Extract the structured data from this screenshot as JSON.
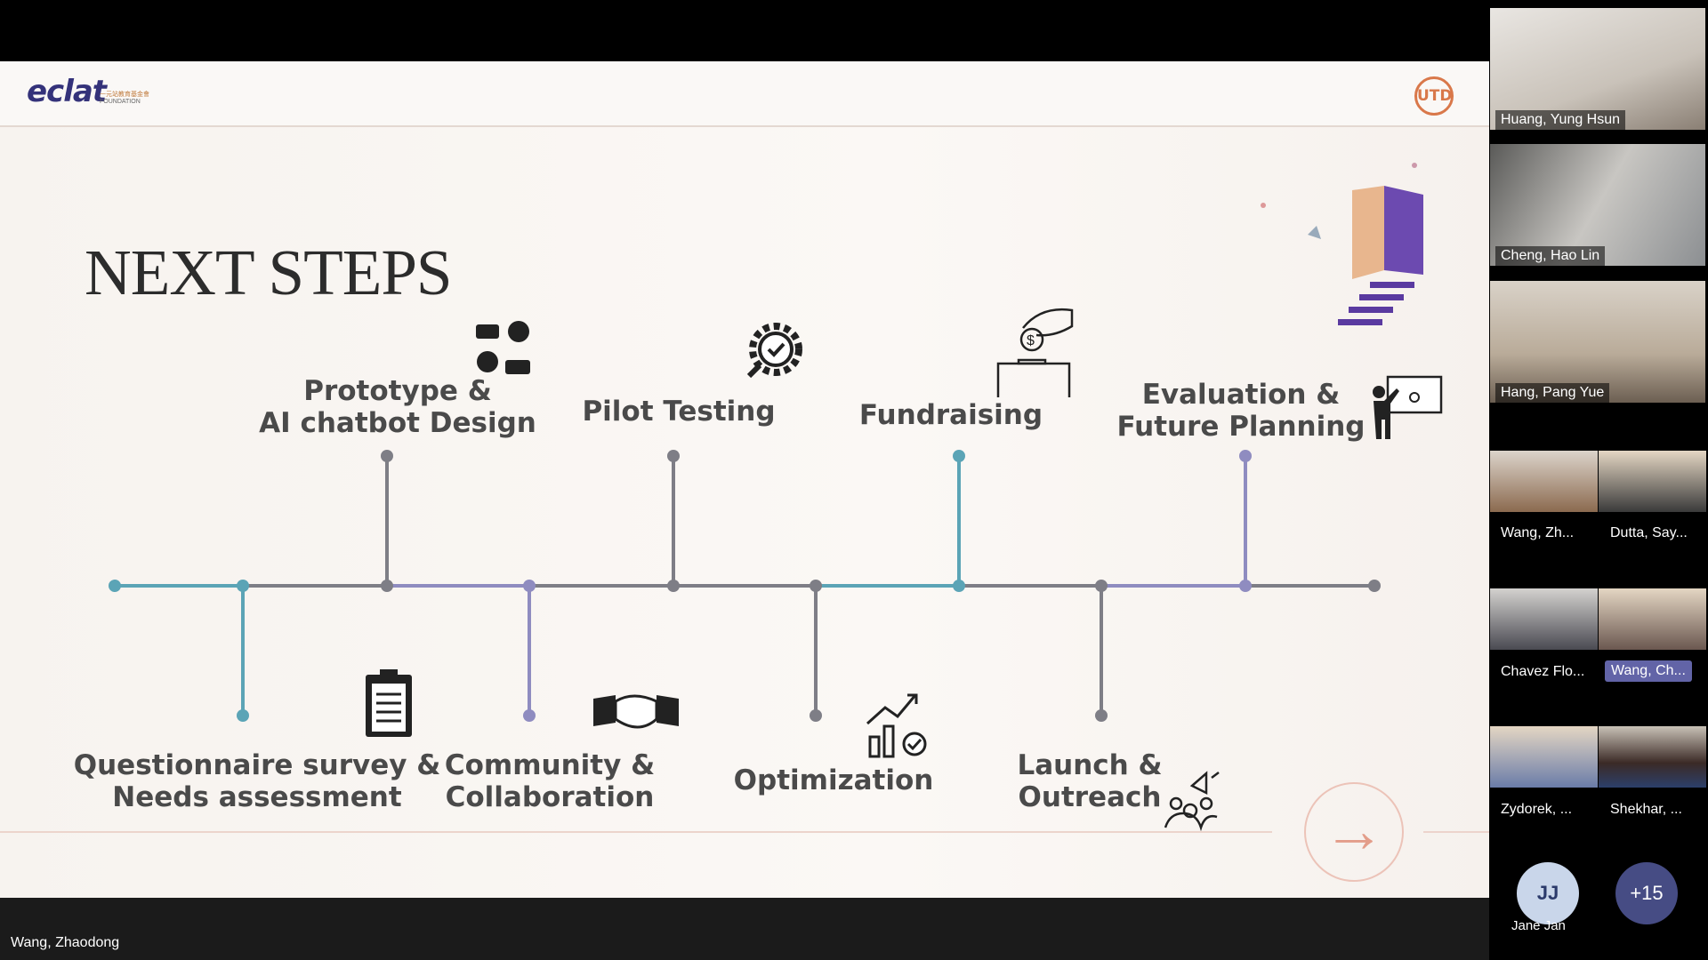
{
  "slide": {
    "logo": "eclat",
    "logo_sub": "FOUNDATION",
    "logo_cn": "一元站教育基金會",
    "utd_logo": "UTD",
    "title": "NEXT STEPS",
    "steps_up": [
      {
        "line1": "Prototype &",
        "line2": "AI chatbot Design",
        "icon": "chatbot-icon"
      },
      {
        "line1": "Pilot Testing",
        "line2": "",
        "icon": "gear-check-icon"
      },
      {
        "line1": "Fundraising",
        "line2": "",
        "icon": "donation-icon"
      },
      {
        "line1": "Evaluation &",
        "line2": "Future Planning",
        "icon": "presenter-board-icon"
      }
    ],
    "steps_down": [
      {
        "line1": "Questionnaire survey &",
        "line2": "Needs assessment",
        "icon": "clipboard-icon"
      },
      {
        "line1": "Community &",
        "line2": "Collaboration",
        "icon": "handshake-icon"
      },
      {
        "line1": "Optimization",
        "line2": "",
        "icon": "growth-chart-icon"
      },
      {
        "line1": "Launch &",
        "line2": "Outreach",
        "icon": "megaphone-group-icon"
      }
    ],
    "colors": {
      "teal": "#5ba4b6",
      "purple": "#8f8cc0",
      "gray": "#7e7e86"
    }
  },
  "presenter": "Wang, Zhaodong",
  "participants_large": [
    "Huang, Yung Hsun",
    "Cheng, Hao Lin",
    "Hang, Pang Yue"
  ],
  "participants_small": [
    "Wang, Zh...",
    "Dutta, Say...",
    "Chavez Flo...",
    "Wang, Ch...",
    "Zydorek, ...",
    "Shekhar, ..."
  ],
  "avatar": {
    "initials": "JJ",
    "name": "Jane Jan"
  },
  "more": "+15"
}
